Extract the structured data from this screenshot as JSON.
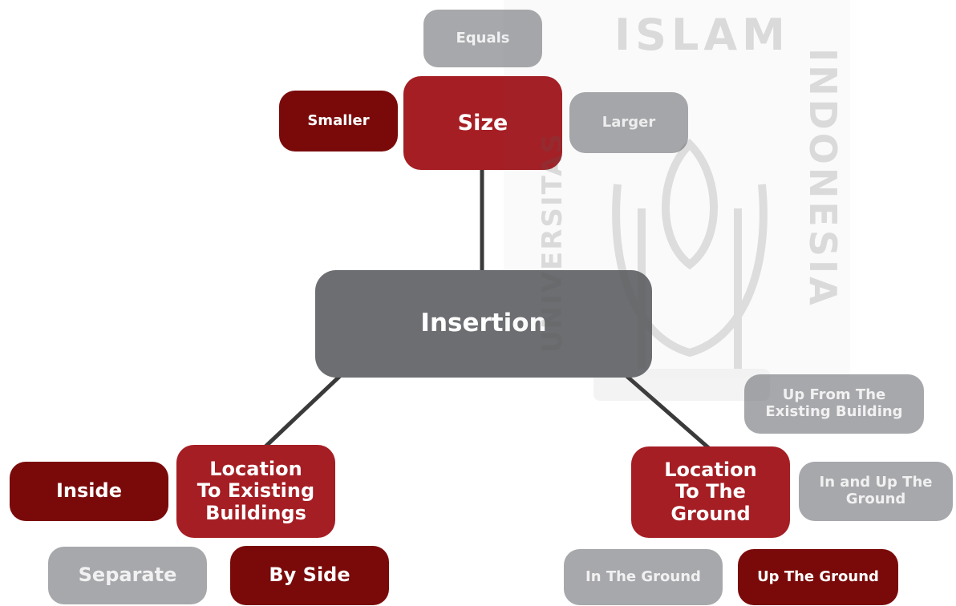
{
  "diagram": {
    "center": "Insertion",
    "size": {
      "label": "Size",
      "options": {
        "equals": "Equals",
        "smaller": "Smaller",
        "larger": "Larger"
      }
    },
    "existing": {
      "line1": "Location",
      "line2": "To Existing",
      "line3": "Buildings",
      "options": {
        "inside": "Inside",
        "separate": "Separate",
        "by_side": "By Side"
      }
    },
    "ground": {
      "line1": "Location",
      "line2": "To The",
      "line3": "Ground",
      "options": {
        "up_from_line1": "Up From The",
        "up_from_line2": "Existing Building",
        "in_and_up_line1": "In and Up The",
        "in_and_up_line2": "Ground",
        "in_ground": "In The Ground",
        "up_ground": "Up The Ground"
      }
    }
  },
  "watermark": {
    "top_text": "ISLAM",
    "right_text": "INDONESIA",
    "left_text": "UNIVERSITAS"
  },
  "colors": {
    "center": "#6d6e71",
    "primary_red": "#a51e24",
    "dark_red": "#7a0a0a",
    "inactive_grey": "#a7a8ab",
    "connector": "#3a3a3a"
  }
}
